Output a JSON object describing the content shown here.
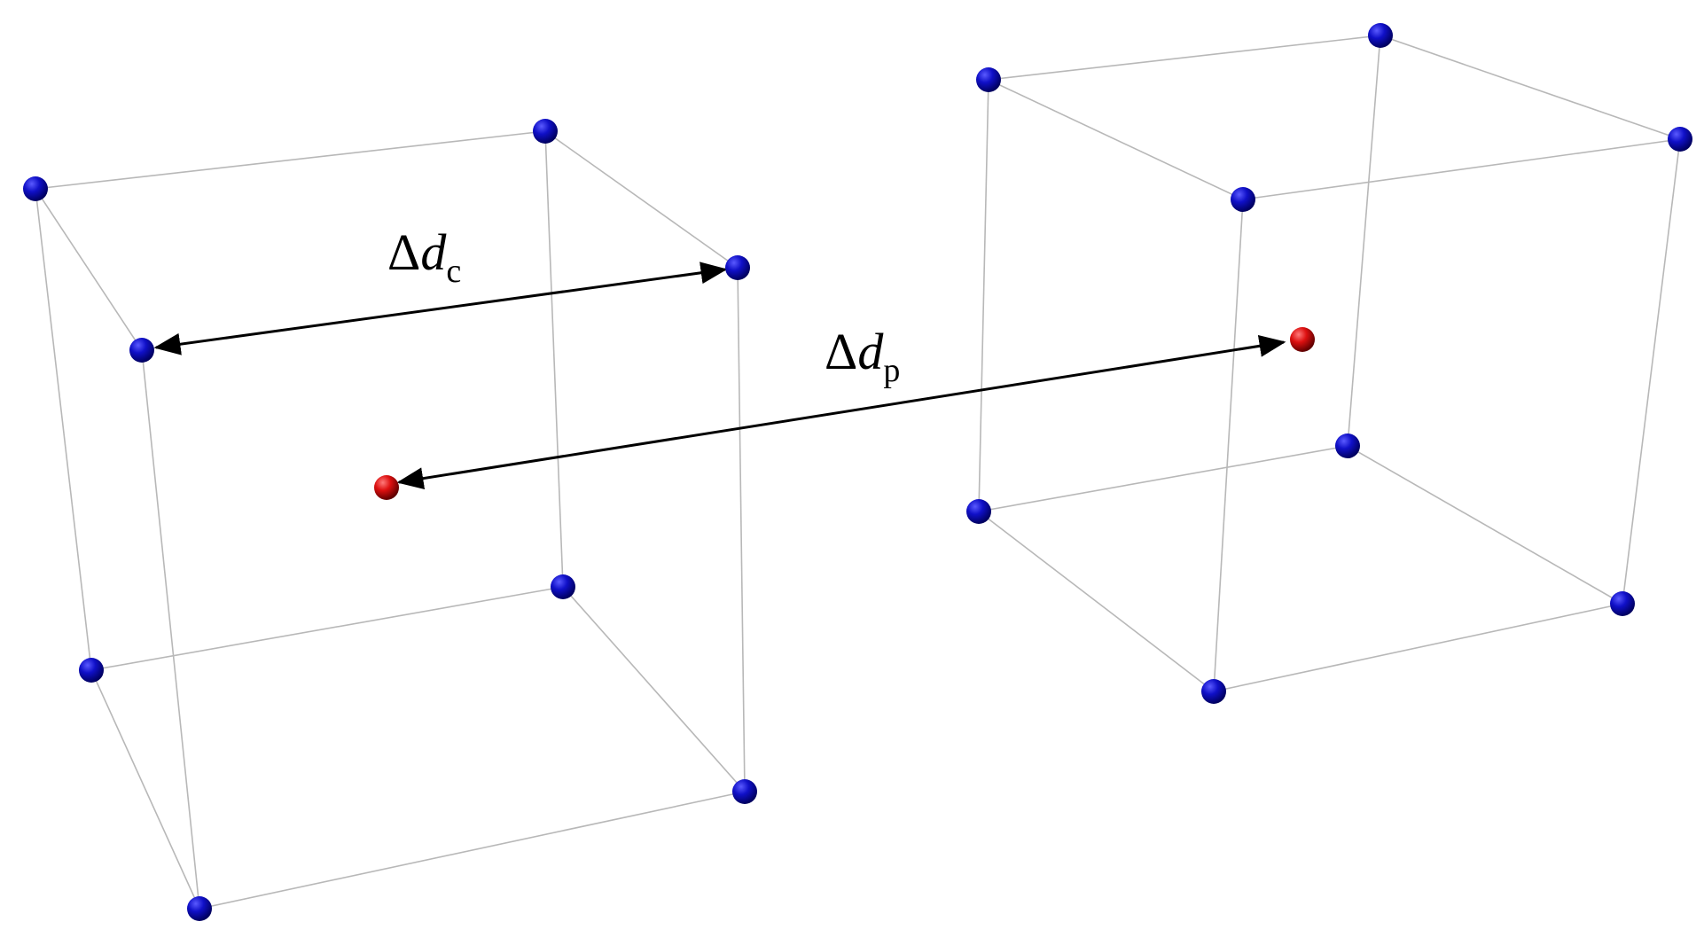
{
  "colors": {
    "corner_atom": "#0a0aa8",
    "center_atom": "#cc1010",
    "edge": "#b8b8b8",
    "arrow": "#000000"
  },
  "labels": {
    "cell_distance": {
      "symbol": "Δ",
      "variable": "d",
      "subscript": "c"
    },
    "particle_distance": {
      "symbol": "Δ",
      "variable": "d",
      "subscript": "p"
    }
  }
}
